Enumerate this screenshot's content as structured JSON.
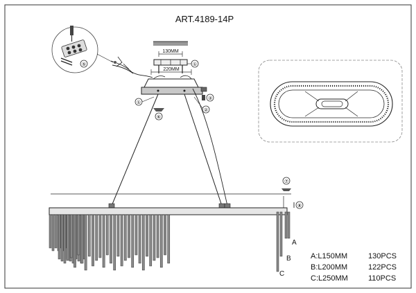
{
  "title": "ART.4189-14P",
  "dimensions": {
    "top": "130MM",
    "bottom": "220MM"
  },
  "callouts": [
    "①",
    "②",
    "③",
    "④",
    "⑤",
    "⑥",
    "⑦",
    "⑧"
  ],
  "rod_letters": [
    "A",
    "B",
    "C"
  ],
  "parts": [
    {
      "spec": "A:L150MM",
      "qty": "130PCS"
    },
    {
      "spec": "B:L200MM",
      "qty": "122PCS"
    },
    {
      "spec": "C:L250MM",
      "qty": "110PCS"
    }
  ]
}
